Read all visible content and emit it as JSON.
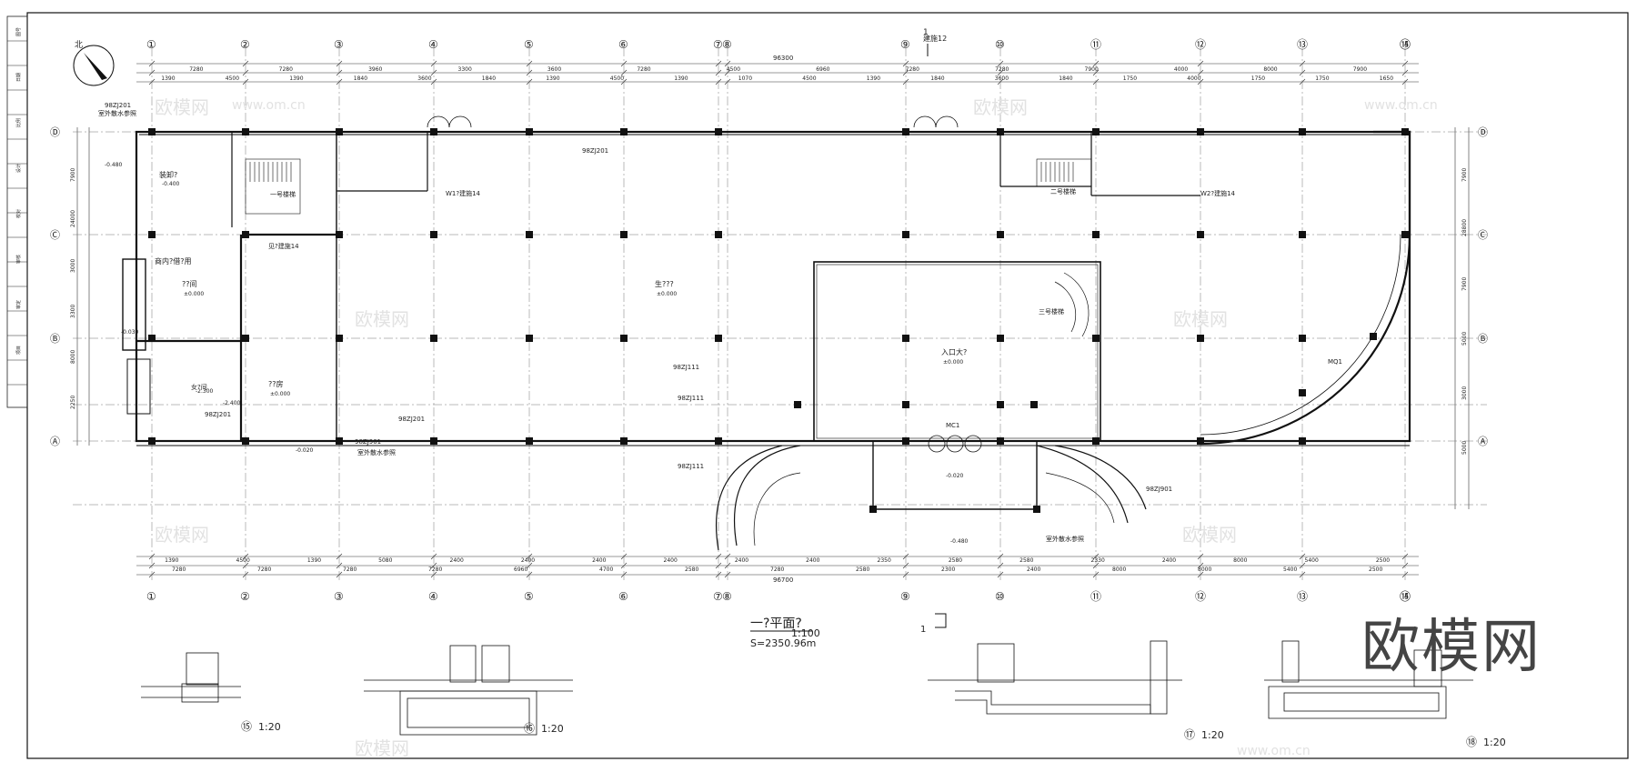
{
  "plan": {
    "title": "一?平面?",
    "scale": "1:100",
    "area": "S=2350.96m",
    "section_mark": "1",
    "section_mark_top": "建施12",
    "grid_top": [
      "①",
      "②",
      "③",
      "④",
      "⑤",
      "⑥",
      "⑦",
      "⑧",
      "⑨",
      "⑩",
      "⑪",
      "⑫",
      "⑬",
      "⑭",
      "⑮"
    ],
    "grid_bottom": [
      "①",
      "②",
      "③",
      "④",
      "⑤",
      "⑥",
      "⑦",
      "⑧",
      "⑨",
      "⑩",
      "⑪",
      "⑫",
      "⑬",
      "⑭",
      "⑮"
    ],
    "grid_left": [
      "Ⓓ",
      "Ⓒ",
      "Ⓑ",
      "Ⓐ"
    ],
    "grid_right": [
      "Ⓓ",
      "Ⓒ",
      "Ⓑ",
      "Ⓐ"
    ],
    "overall_top": "96300",
    "overall_bottom": "96700",
    "top_dims_1": [
      "7280",
      "7280",
      "3960",
      "3300",
      "3600",
      "7280",
      "4500",
      "6960",
      "7280",
      "7280",
      "7900",
      "4000",
      "8000",
      "7900"
    ],
    "top_dims_2": [
      "1390",
      "4500",
      "1390",
      "1840",
      "3600",
      "1840",
      "1390",
      "4500",
      "1390",
      "1070",
      "4500",
      "1390",
      "1840",
      "3600",
      "1840",
      "1750",
      "4000",
      "1750",
      "1750",
      "1650"
    ],
    "bottom_dims_1": [
      "1390",
      "4500",
      "1390",
      "5080",
      "2400",
      "2400",
      "2400",
      "2400",
      "2400",
      "2400",
      "2350",
      "2580",
      "2580",
      "2330",
      "2400",
      "8000",
      "5400",
      "2500"
    ],
    "bottom_dims_2": [
      "7280",
      "7280",
      "7280",
      "7280",
      "6960",
      "4700",
      "2580",
      "7280",
      "2580",
      "2300",
      "2400",
      "8000",
      "8000",
      "5400",
      "2500"
    ],
    "left_dims": [
      "7900",
      "24000",
      "3000",
      "3300",
      "8000",
      "2250"
    ],
    "right_dims": [
      "7900",
      "28800",
      "7900",
      "5000",
      "3000",
      "5000"
    ],
    "rooms": [
      {
        "label": "装卸?",
        "elev": "-0.400"
      },
      {
        "label": "商内?借?用",
        "elev": ""
      },
      {
        "label": "??间",
        "elev": "±0.000"
      },
      {
        "label": "??房",
        "elev": "±0.000"
      },
      {
        "label": "生???",
        "elev": "±0.000"
      },
      {
        "label": "入口大?",
        "elev": "±0.000"
      },
      {
        "label": "女?间",
        "elev": ""
      }
    ],
    "notes": [
      "98ZJ201",
      "98ZJ111",
      "98ZJ901",
      "一号楼梯",
      "二号楼梯",
      "三号楼梯",
      "室外散水参照",
      "见?建施14",
      "W1?建施14",
      "W2?建施14",
      "MQ1",
      "MC1"
    ],
    "elevations": [
      "-0.480",
      "-0.400",
      "-0.030",
      "-0.480",
      "-0.020",
      "±0.000",
      "-2.400",
      "-2.300"
    ]
  },
  "details": [
    {
      "num": "⑮",
      "scale": "1:20"
    },
    {
      "num": "⑯",
      "scale": "1:20"
    },
    {
      "num": "⑰",
      "scale": "1:20"
    },
    {
      "num": "⑱",
      "scale": "1:20"
    }
  ],
  "watermark": {
    "brand": "欧模网",
    "url": "www.om.cn"
  },
  "title_block": {
    "left_strip": [
      "图号",
      "日期",
      "比例",
      "设计",
      "校对",
      "审核",
      "审定",
      "项目"
    ]
  }
}
